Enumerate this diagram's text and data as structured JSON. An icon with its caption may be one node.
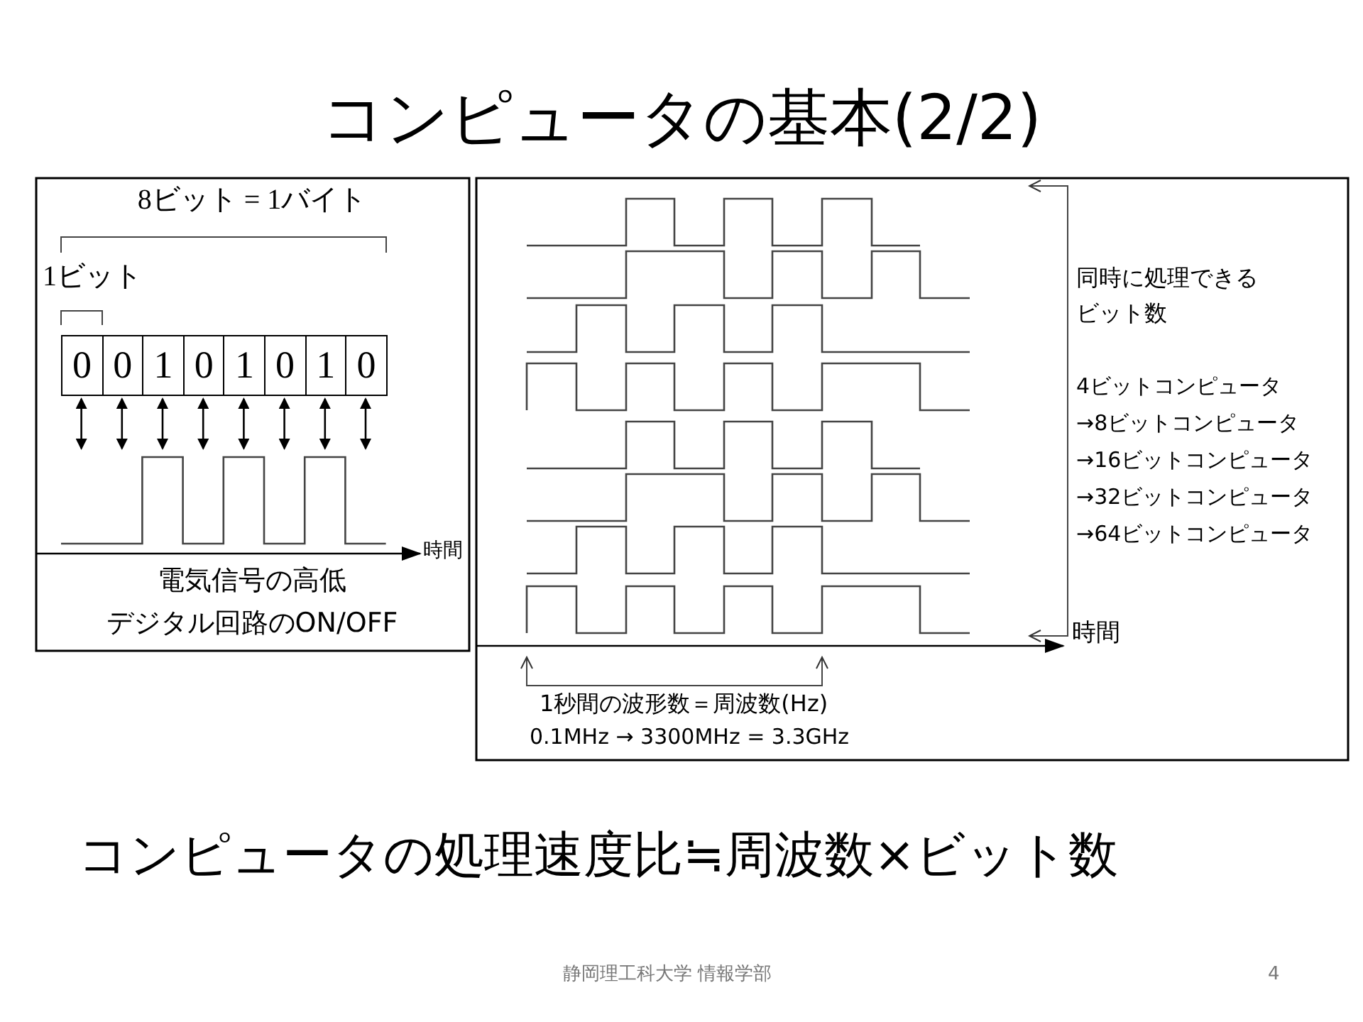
{
  "diagram": {
    "title": "コンピュータの基本(2/2)",
    "nodes": [
      {
        "text": [
          "0"
        ]
      },
      {
        "text": [
          "0"
        ]
      },
      {
        "text": [
          "1"
        ]
      },
      {
        "text": [
          "0"
        ]
      },
      {
        "text": [
          "1"
        ]
      },
      {
        "text": [
          "0"
        ]
      },
      {
        "text": [
          "1"
        ]
      },
      {
        "text": [
          "0"
        ]
      }
    ],
    "edges": [
      {
        "from": 0,
        "to": null,
        "arrow": "both"
      },
      {
        "from": 1,
        "to": null,
        "arrow": "both"
      },
      {
        "from": 2,
        "to": null,
        "arrow": "both"
      },
      {
        "from": 3,
        "to": null,
        "arrow": "both"
      },
      {
        "from": 4,
        "to": null,
        "arrow": "both"
      },
      {
        "from": 5,
        "to": null,
        "arrow": "both"
      },
      {
        "from": 6,
        "to": null,
        "arrow": "both"
      },
      {
        "from": 7,
        "to": null,
        "arrow": "both"
      }
    ],
    "labels": [
      "8ビット = 1バイト",
      "1ビット",
      "時間",
      "電気信号の高低",
      "デジタル回路のON/OFF",
      "同時に処理できるビット数",
      "4ビットコンピュータ",
      "→8ビットコンピュータ",
      "→16ビットコンピュータ",
      "→32ビットコンピュータ",
      "→64ビットコンピュータ",
      "時間",
      "1秒間の波形数＝周波数(Hz)",
      "0.1MHz → 3300MHz = 3.3GHz",
      "コンピュータの処理速度比≒周波数×ビット数",
      "静岡理工科大学 情報学部",
      "4"
    ]
  }
}
